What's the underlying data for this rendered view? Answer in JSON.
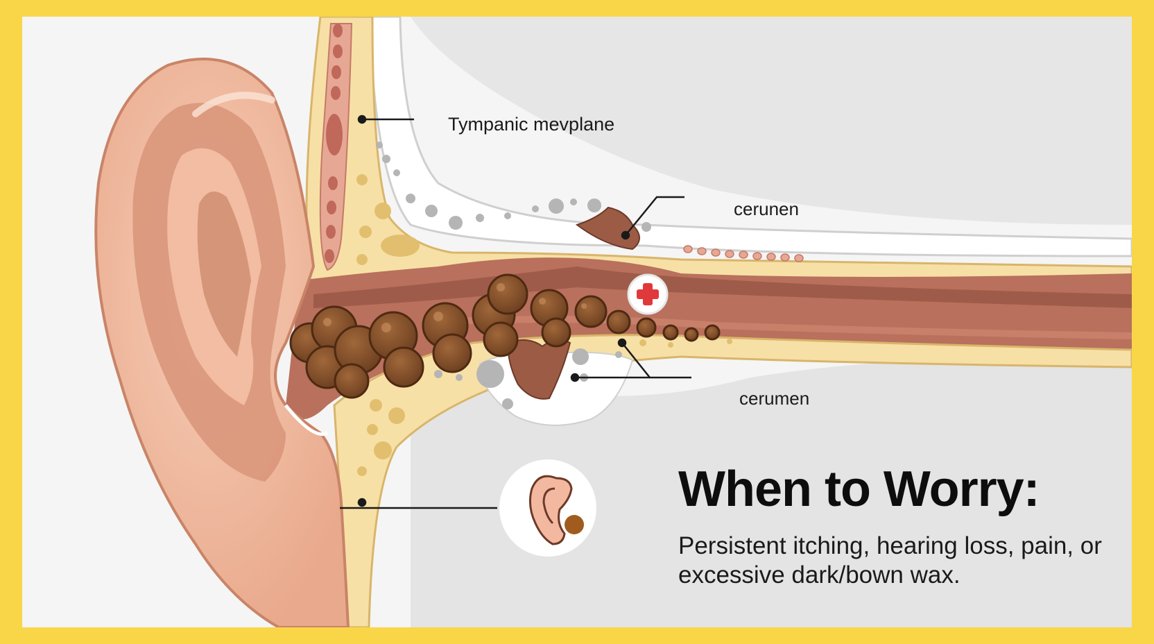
{
  "labels": {
    "tympanic": "Tympanic mevplane",
    "cerumen_upper": "cerunen",
    "cerumen_lower": "cerumen"
  },
  "callout": {
    "title": "When to Worry:",
    "body": "Persistent itching, hearing loss, pain, or excessive dark/bown wax."
  },
  "icons": [
    "medical-cross-icon",
    "ear-icon"
  ],
  "colors": {
    "border": "#f9d648",
    "skin": "#f1bea5",
    "skin_shadow": "#c98468",
    "canal": "#b9705c",
    "cartilage": "#f7e0a6",
    "wax": "#7a4a25",
    "accent_red": "#e0393b"
  }
}
